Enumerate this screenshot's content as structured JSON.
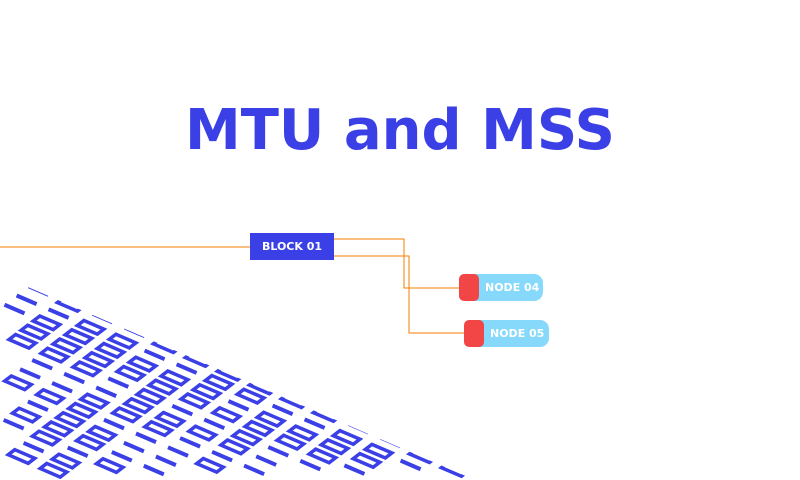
{
  "title": "MTU and MSS",
  "block": {
    "label": "BLOCK 01"
  },
  "nodes": [
    {
      "label": "NODE 04"
    },
    {
      "label": "NODE 05"
    }
  ],
  "colors": {
    "primary": "#3a3fe6",
    "connector": "#f57c00",
    "node": "#86d9fb",
    "node_marker": "#f24546"
  },
  "pattern": {
    "type": "isometric-binary-grid",
    "color": "#3a3fe6"
  }
}
